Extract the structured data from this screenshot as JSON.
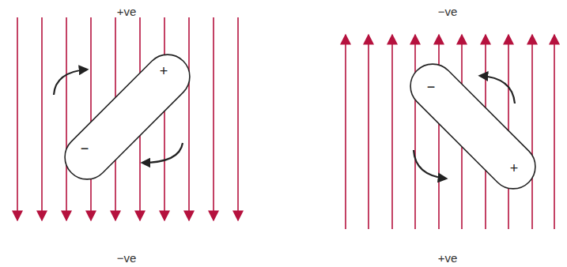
{
  "diagram": {
    "nodes": [
      {
        "text": [
          "+",
          "−"
        ]
      },
      {
        "text": [
          "−",
          "+"
        ]
      }
    ],
    "labels": [
      "+ve",
      "−ve",
      "−ve",
      "+ve"
    ]
  }
}
